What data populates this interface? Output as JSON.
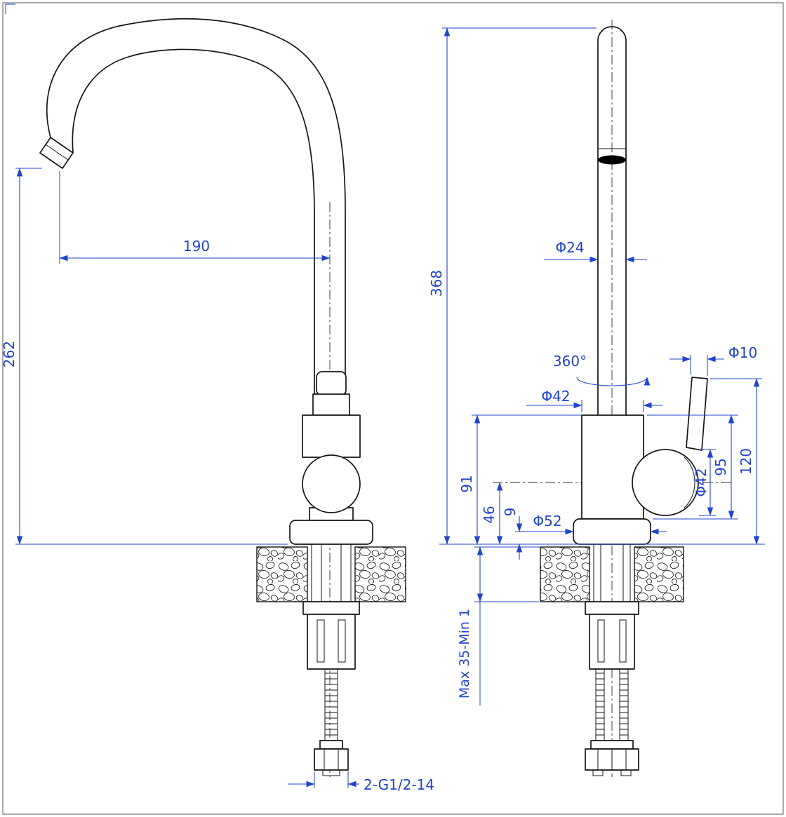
{
  "dimensions": {
    "spout_reach": "190",
    "spout_height": "262",
    "total_height": "368",
    "spout_diameter": "Φ24",
    "swivel": "360°",
    "body_diameter": "Φ42",
    "handle_diameter": "Φ10",
    "handle_height": "120",
    "body_height": "95",
    "valve_diameter": "Φ42",
    "base_height": "91",
    "pivot_height": "46",
    "flange_thickness": "9",
    "base_diameter": "Φ52",
    "deck_range": "Max 35-Min 1",
    "thread_spec": "2-G1/2-14"
  }
}
